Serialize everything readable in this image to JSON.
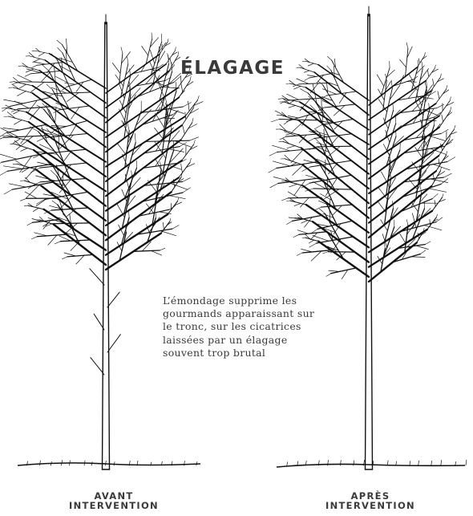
{
  "title": "ÉLAGAGE",
  "description_lines": [
    "L’émondage supprime les",
    "gourmands apparaissant sur",
    "le tronc, sur les cicatrices",
    "laissées par un élagage",
    "souvent trop brutal"
  ],
  "label_before": {
    "line1": "AVANT",
    "line2": "INTERVENTION"
  },
  "label_after": {
    "line1": "APRÈS",
    "line2": "INTERVENTION"
  },
  "colors": {
    "ink": "#111111",
    "text": "#3a3a3a",
    "background": "#ffffff"
  }
}
